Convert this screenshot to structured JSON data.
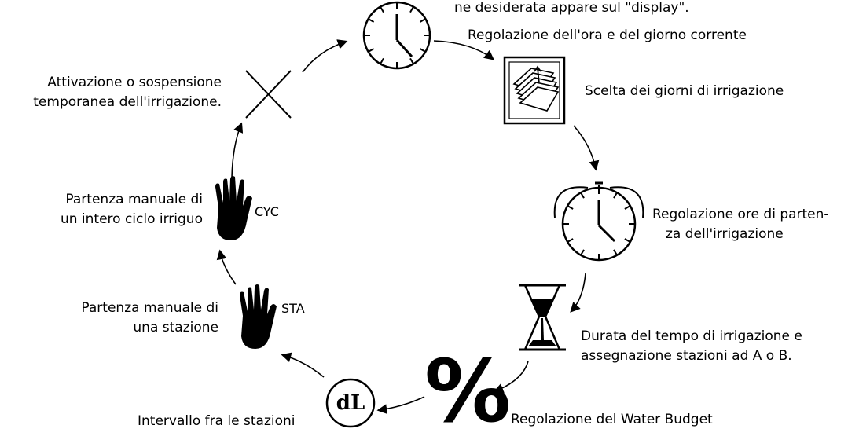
{
  "top_note": "ne desiderata appare sul \"display\".",
  "labels": {
    "clock_time": "Regolazione dell'ora e del giorno corrente",
    "calendar_days": "Scelta dei giorni di irrigazione",
    "start_times_line1": "Regolazione ore di parten-",
    "start_times_line2": "za dell'irrigazione",
    "duration_line1": "Durata del tempo di irrigazione e",
    "duration_line2": "assegnazione stazioni ad A o B.",
    "water_budget": "Regolazione del Water Budget",
    "station_interval": "Intervallo fra le stazioni",
    "manual_station_line1": "Partenza manuale di",
    "manual_station_line2": "una stazione",
    "manual_cycle_line1": "Partenza manuale di",
    "manual_cycle_line2": "un intero ciclo irriguo",
    "on_off_line1": "Attivazione o sospensione",
    "on_off_line2": "temporanea dell'irrigazione."
  },
  "icon_text": {
    "sta": "STA",
    "cyc": "CYC",
    "dl": "dL",
    "percent": "%"
  },
  "icons": [
    "clock-icon",
    "calendar-icon",
    "alarm-clock-icon",
    "hourglass-icon",
    "percent-icon",
    "dl-icon",
    "hand-icon",
    "off-x-icon"
  ]
}
